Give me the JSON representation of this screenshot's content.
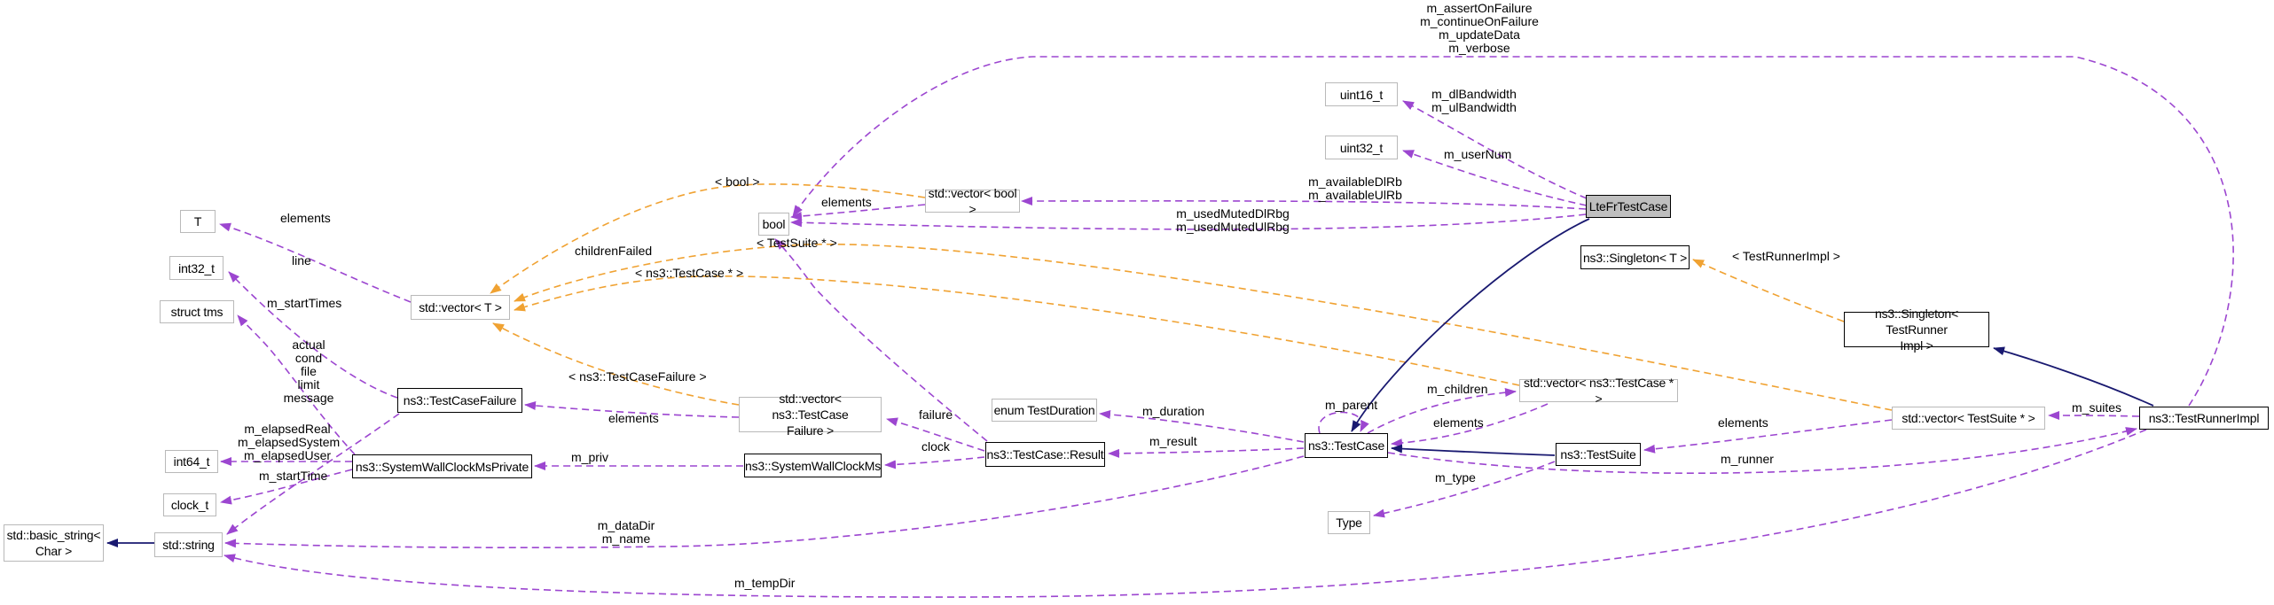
{
  "diagram": {
    "main_class": "LteFrTestCase",
    "colors": {
      "member_edge": "#9c46d0",
      "template_edge": "#f0a232",
      "inheritance_edge": "#191970",
      "main_node_bg": "#bfbfbf",
      "external_node_border": "#b9b9b9",
      "class_node_border": "#000000"
    },
    "nodes": [
      {
        "label": "LteFrTestCase"
      },
      {
        "label": "uint16_t"
      },
      {
        "label": "uint32_t"
      },
      {
        "label": "std::vector< bool >"
      },
      {
        "label": "bool"
      },
      {
        "label": "ns3::Singleton< T >"
      },
      {
        "label": "ns3::Singleton< TestRunner\nImpl >"
      },
      {
        "label": "std::vector< TestSuite * >"
      },
      {
        "label": "ns3::TestRunnerImpl"
      },
      {
        "label": "T"
      },
      {
        "label": "int32_t"
      },
      {
        "label": "struct tms"
      },
      {
        "label": "std::vector< T >"
      },
      {
        "label": "ns3::TestCaseFailure"
      },
      {
        "label": "std::vector< ns3::TestCase\nFailure >"
      },
      {
        "label": "enum TestDuration"
      },
      {
        "label": "ns3::TestCase::Result"
      },
      {
        "label": "ns3::SystemWallClockMs"
      },
      {
        "label": "ns3::SystemWallClockMsPrivate"
      },
      {
        "label": "int64_t"
      },
      {
        "label": "clock_t"
      },
      {
        "label": "std::basic_string<\nChar >"
      },
      {
        "label": "std::string"
      },
      {
        "label": "ns3::TestCase"
      },
      {
        "label": "std::vector< ns3::TestCase * >"
      },
      {
        "label": "ns3::TestSuite"
      },
      {
        "label": "Type"
      }
    ],
    "edge_labels": [
      {
        "text": "m_assertOnFailure\nm_continueOnFailure\nm_updateData\nm_verbose"
      },
      {
        "text": "m_dlBandwidth\nm_ulBandwidth"
      },
      {
        "text": "m_userNum"
      },
      {
        "text": "m_availableDlRb\nm_availableUlRb"
      },
      {
        "text": "m_usedMutedDlRbg\nm_usedMutedUlRbg"
      },
      {
        "text": "< bool >"
      },
      {
        "text": "elements"
      },
      {
        "text": "< TestRunnerImpl >"
      },
      {
        "text": "m_suites"
      },
      {
        "text": "elements"
      },
      {
        "text": "m_runner"
      },
      {
        "text": "m_children"
      },
      {
        "text": "elements"
      },
      {
        "text": "m_parent"
      },
      {
        "text": "m_type"
      },
      {
        "text": "m_duration"
      },
      {
        "text": "m_result"
      },
      {
        "text": "failure"
      },
      {
        "text": "clock"
      },
      {
        "text": "m_priv"
      },
      {
        "text": "childrenFailed"
      },
      {
        "text": "< TestSuite * >"
      },
      {
        "text": "< ns3::TestCase * >"
      },
      {
        "text": "< ns3::TestCaseFailure >"
      },
      {
        "text": "elements"
      },
      {
        "text": "elements"
      },
      {
        "text": "line"
      },
      {
        "text": "m_startTimes"
      },
      {
        "text": "actual\ncond\nfile\nlimit\nmessage"
      },
      {
        "text": "m_elapsedReal\nm_elapsedSystem\nm_elapsedUser"
      },
      {
        "text": "m_startTime"
      },
      {
        "text": "m_dataDir\nm_name"
      },
      {
        "text": "m_tempDir"
      }
    ]
  }
}
